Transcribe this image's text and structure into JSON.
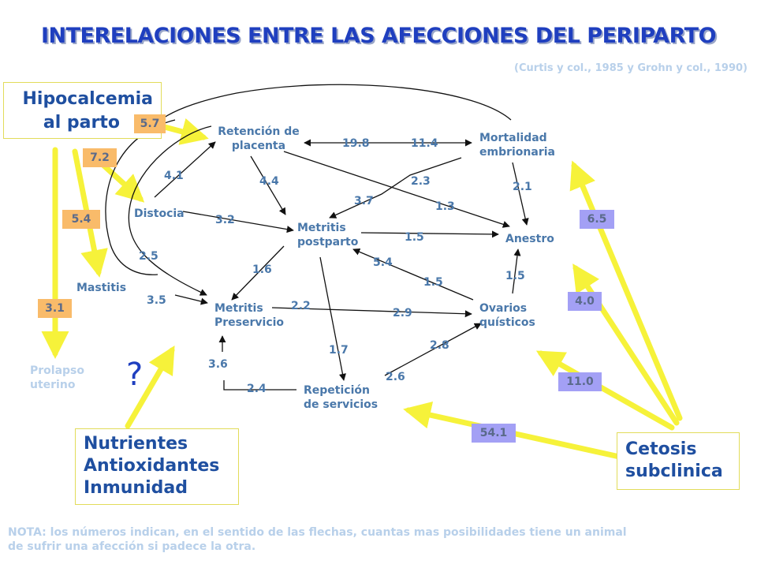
{
  "title": "INTERELACIONES ENTRE LAS AFECCIONES DEL  PERIPARTO",
  "source": "(Curtis y col., 1985 y Grohn y col., 1990)",
  "nodes": {
    "hipocalcemia_line1": "Hipocalcemia",
    "hipocalcemia_line2": "al parto",
    "retencion_line1": "Retención de",
    "retencion_line2": "placenta",
    "mortalidad_line1": "Mortalidad",
    "mortalidad_line2": "embrionaria",
    "distocia": "Distocia",
    "metritis_post_line1": "Metritis",
    "metritis_post_line2": "postparto",
    "anestro": "Anestro",
    "mastitis": "Mastitis",
    "metritis_pre_line1": "Metritis",
    "metritis_pre_line2": "Preservicio",
    "ovarios_line1": "Ovarios",
    "ovarios_line2": "quísticos",
    "prolapso_line1": "Prolapso",
    "prolapso_line2": "uterino",
    "repeticion_line1": "Repetición",
    "repeticion_line2": "de servicios",
    "nutrientes_line1": "Nutrientes",
    "nutrientes_line2": "Antioxidantes",
    "nutrientes_line3": "Inmunidad",
    "cetosis_line1": "Cetosis",
    "cetosis_line2": "subclinica"
  },
  "edge_labels": {
    "ret_mort_1": "19.8",
    "ret_mort_2": "11.4",
    "dist_ret": "4.1",
    "ret_met": "4.4",
    "mort_met_a": "2.3",
    "mort_met_b": "3.7",
    "mort_anes": "2.1",
    "ret_anes": "1.3",
    "dist_met": "3.2",
    "met_anes": "1.5",
    "hip_pre": "2.5",
    "met_pre": "1.6",
    "ovar_met_a": "5.4",
    "ovar_met_b": "1.5",
    "ovar_anes": "1.5",
    "mast_pre": "3.5",
    "pre_ovar_a": "2.2",
    "pre_ovar_b": "2.9",
    "met_rep": "1.7",
    "rep_ovar_a": "2.8",
    "rep_ovar_b": "2.6",
    "rep_pre_a": "3.6",
    "rep_pre_b": "2.4"
  },
  "badges": {
    "hip_ret": "5.7",
    "hip_dist": "7.2",
    "hip_mast": "5.4",
    "hip_prol": "3.1",
    "cet_mort": "6.5",
    "cet_anes": "4.0",
    "cet_ovar": "11.0",
    "cet_rep": "54.1"
  },
  "question_mark": "?",
  "note_line1": "NOTA: los números indican, en el sentido de las flechas, cuantas mas posibilidades tiene un animal",
  "note_line2": "de sufrir una afección si padece la otra.",
  "colors": {
    "title": "#1f3fbf",
    "node_text": "#4a78aa",
    "faded_text": "#b8d0ea",
    "yellow_arrow": "#f6f23a",
    "orange_badge": "#f9bb6a",
    "violet_badge": "#a3a0f5",
    "box_text": "#1f4fa0"
  }
}
